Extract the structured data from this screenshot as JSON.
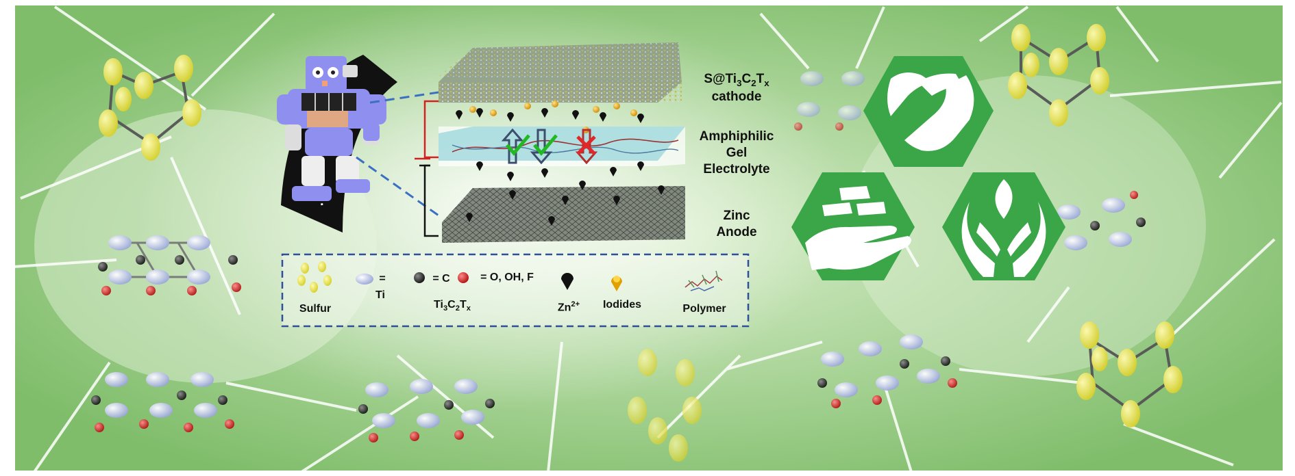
{
  "layers": {
    "cathode": {
      "prefix": "S@Ti",
      "sub1": "3",
      "mid": "C",
      "sub2": "2",
      "mid2": "T",
      "sub3": "x",
      "line2": "cathode"
    },
    "electrolyte": {
      "line1": "Amphiphilic",
      "line2": "Gel",
      "line3": "Electrolyte"
    },
    "anode": {
      "line1": "Zinc",
      "line2": "Anode"
    }
  },
  "legend": {
    "sulfur": "Sulfur",
    "ti_eq": "=",
    "ti": "Ti",
    "c": "= C",
    "o": "= O, OH, F",
    "mxene": {
      "a": "Ti",
      "s1": "3",
      "b": "C",
      "s2": "2",
      "c": "T",
      "s3": "x"
    },
    "zn": {
      "base": "Zn",
      "sup": "2+"
    },
    "iodides": "Iodides",
    "polymer": "Polymer"
  },
  "colors": {
    "background": "#9ccc84",
    "hexagon": "#3aa648",
    "cathode_layer": "#8c9a88",
    "electrolyte_layer": "#a9dbe0",
    "anode_layer": "#6e766c",
    "robot": "#8f8ff0",
    "legend_border": "#2e4f9a",
    "allowed_check": "#22b822",
    "blocked_cross": "#e02828"
  },
  "icons": [
    "robot-icon",
    "handshake-icon",
    "hand-with-coins-icon",
    "hands-with-leaf-icon"
  ]
}
